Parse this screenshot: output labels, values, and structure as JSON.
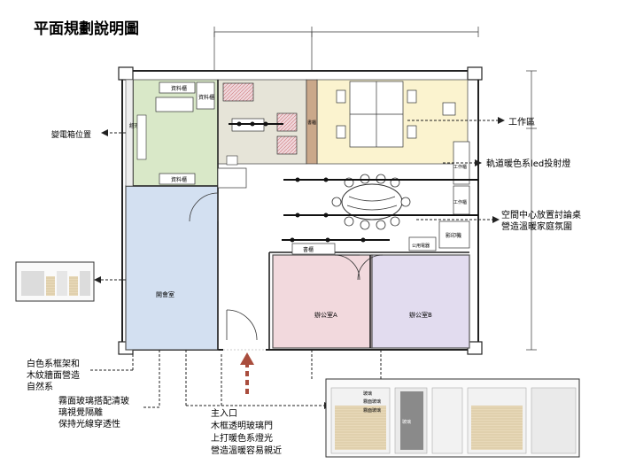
{
  "title": "平面規劃說明圖",
  "rooms": {
    "storage_1": "資料櫃",
    "storage_2": "資料櫃",
    "storage_3": "資料櫃",
    "manager_room": "經理房",
    "cabinet": "書櫃",
    "meeting_room": "開會室",
    "counter": "書櫃",
    "office_a": "辦公室A",
    "office_b": "辦公室B",
    "printer": "影印機",
    "public_phone": "公用電器",
    "work_cabinet_1": "工作櫃",
    "work_cabinet_2": "工作櫃"
  },
  "annotations": {
    "work_area": "工作區",
    "track_light": "軌道暖色系led投射燈",
    "center_table_1": "空間中心放置討論桌",
    "center_table_2": "營造溫暖家庭氛圍",
    "electric_box": "變電箱位置",
    "white_frame_1": "白色系框架和",
    "white_frame_2": "木紋牆面營造",
    "white_frame_3": "自然系",
    "frosted_1": "霧面玻璃搭配清玻",
    "frosted_2": "璃視覺隔離",
    "frosted_3": "保持光線穿透性",
    "entrance_1": "主入口",
    "entrance_2": "木框透明玻璃門",
    "entrance_3": "上打暖色系燈光",
    "entrance_4": "營造溫暖容易親近"
  },
  "elevation_labels": {
    "glass_1": "玻璃",
    "glass_2": "霧面玻璃",
    "glass_3": "霧面玻璃",
    "glass_4": "玻璃"
  },
  "colors": {
    "green_zone": "#d9e8c8",
    "beige_zone": "#e6e4d8",
    "yellow_zone": "#fbf3cf",
    "blue_zone": "#d3e0f1",
    "pink_zone": "#f2d9dd",
    "lilac_zone": "#e2dcef",
    "entrance_arrow": "#a94d3d"
  }
}
